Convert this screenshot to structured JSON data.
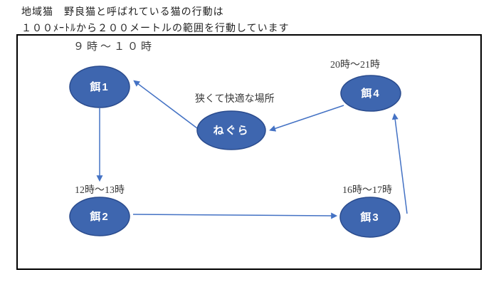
{
  "header": {
    "line1": "地域猫　野良猫と呼ばれている猫の行動は",
    "line2": "１００ﾒｰﾄﾙから２００メートルの範囲を行動しています"
  },
  "diagram": {
    "type": "cycle-flow",
    "nodes": [
      {
        "label": "餌1",
        "time": "９時～１０時"
      },
      {
        "label": "餌2",
        "time": "12時～13時"
      },
      {
        "label": "餌3",
        "time": "16時～17時"
      },
      {
        "label": "餌4",
        "time": "20時～21時"
      },
      {
        "label": "ねぐら",
        "note": "狭くて快適な場所"
      }
    ],
    "edges": [
      "餌1→餌2",
      "餌2→餌3",
      "餌3→餌4",
      "餌4→ねぐら",
      "ねぐら→餌1"
    ],
    "colors": {
      "node_fill": "#3e66af",
      "node_stroke": "#2a4b8d",
      "node_text": "#ffffff",
      "arrow": "#4472c4",
      "label_text": "#3a3a3a",
      "frame_border": "#000000"
    }
  }
}
